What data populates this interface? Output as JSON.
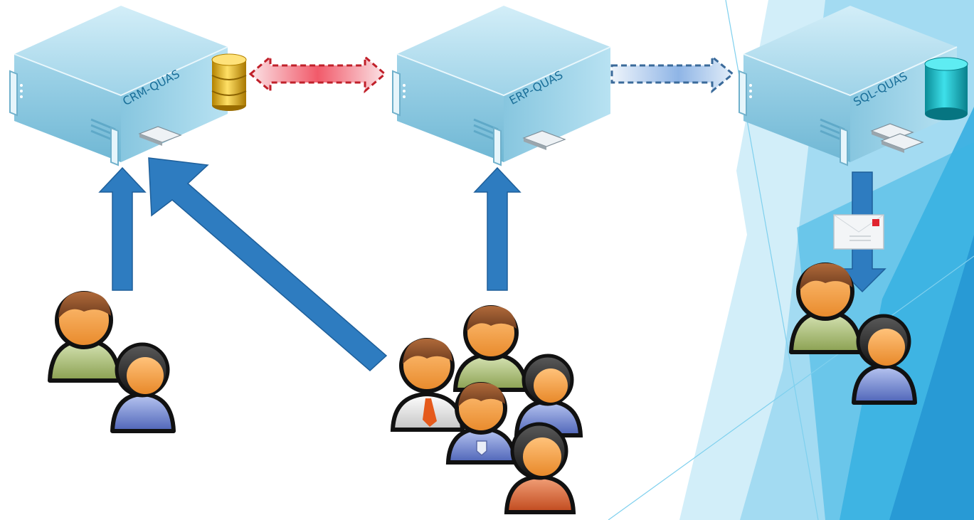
{
  "servers": [
    {
      "id": "crm",
      "label": "CRM-QUAS",
      "storage": "database-icon"
    },
    {
      "id": "erp",
      "label": "ERP-QUAS"
    },
    {
      "id": "sql",
      "label": "SQL-QUAS",
      "storage": "cylinder-database-icon"
    }
  ],
  "connections": [
    {
      "from": "crm",
      "to": "erp",
      "style": "dashed-bidirectional",
      "color": "#c0202a"
    },
    {
      "from": "erp",
      "to": "sql",
      "style": "dashed-one-way",
      "color": "#3a6a9a"
    }
  ],
  "user_groups": [
    {
      "id": "group-left",
      "icon": "two-users-icon",
      "members": 2
    },
    {
      "id": "group-center",
      "icon": "many-users-icon",
      "members": 5
    },
    {
      "id": "group-right",
      "icon": "two-users-icon",
      "members": 2
    }
  ],
  "flows": [
    {
      "from": "group-left",
      "to": "crm"
    },
    {
      "from": "group-center",
      "to": "crm"
    },
    {
      "from": "group-center",
      "to": "erp"
    },
    {
      "from": "sql",
      "to": "group-right",
      "via": "envelope-icon"
    }
  ],
  "colors": {
    "arrow": "#2e7cc0",
    "server": "#a9dcef",
    "accent": "#29a9df"
  }
}
